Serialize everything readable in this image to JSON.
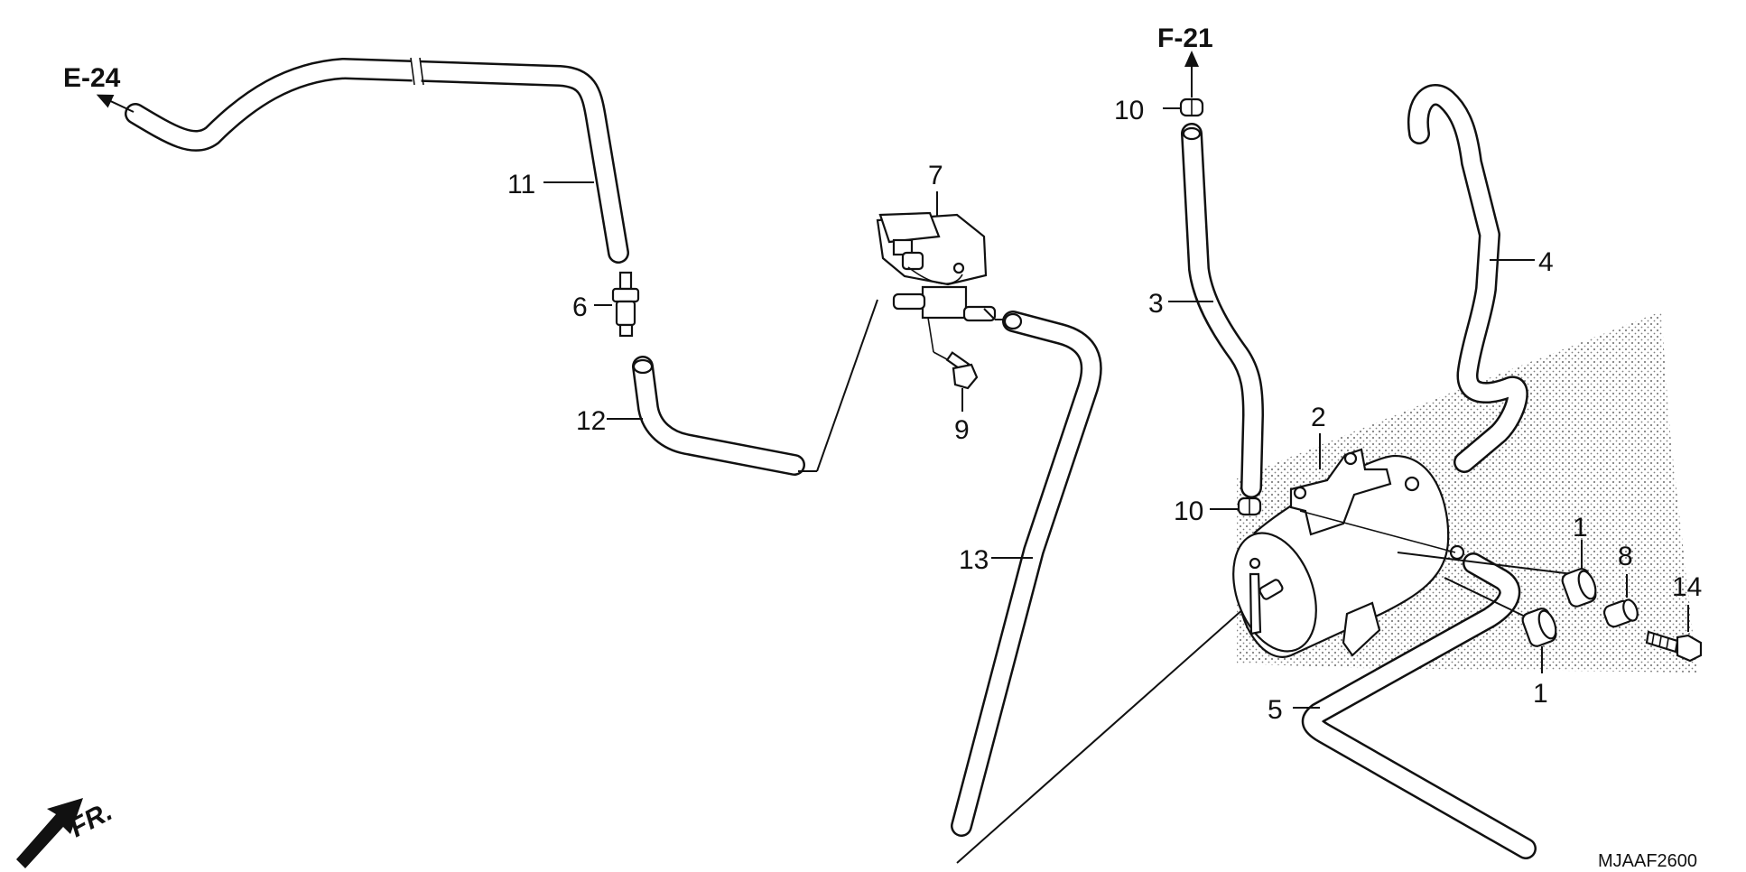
{
  "references": {
    "left": "E-24",
    "top": "F-21"
  },
  "callouts": {
    "c1a": "1",
    "c1b": "1",
    "c2": "2",
    "c3": "3",
    "c4": "4",
    "c5": "5",
    "c6": "6",
    "c7": "7",
    "c8": "8",
    "c9": "9",
    "c10a": "10",
    "c10b": "10",
    "c11": "11",
    "c12": "12",
    "c13": "13",
    "c14": "14"
  },
  "orientation": {
    "label": "FR."
  },
  "diagram_code": "MJAAF2600",
  "colors": {
    "line": "#111111",
    "background": "#ffffff",
    "stipple": "#1a1a1a"
  }
}
